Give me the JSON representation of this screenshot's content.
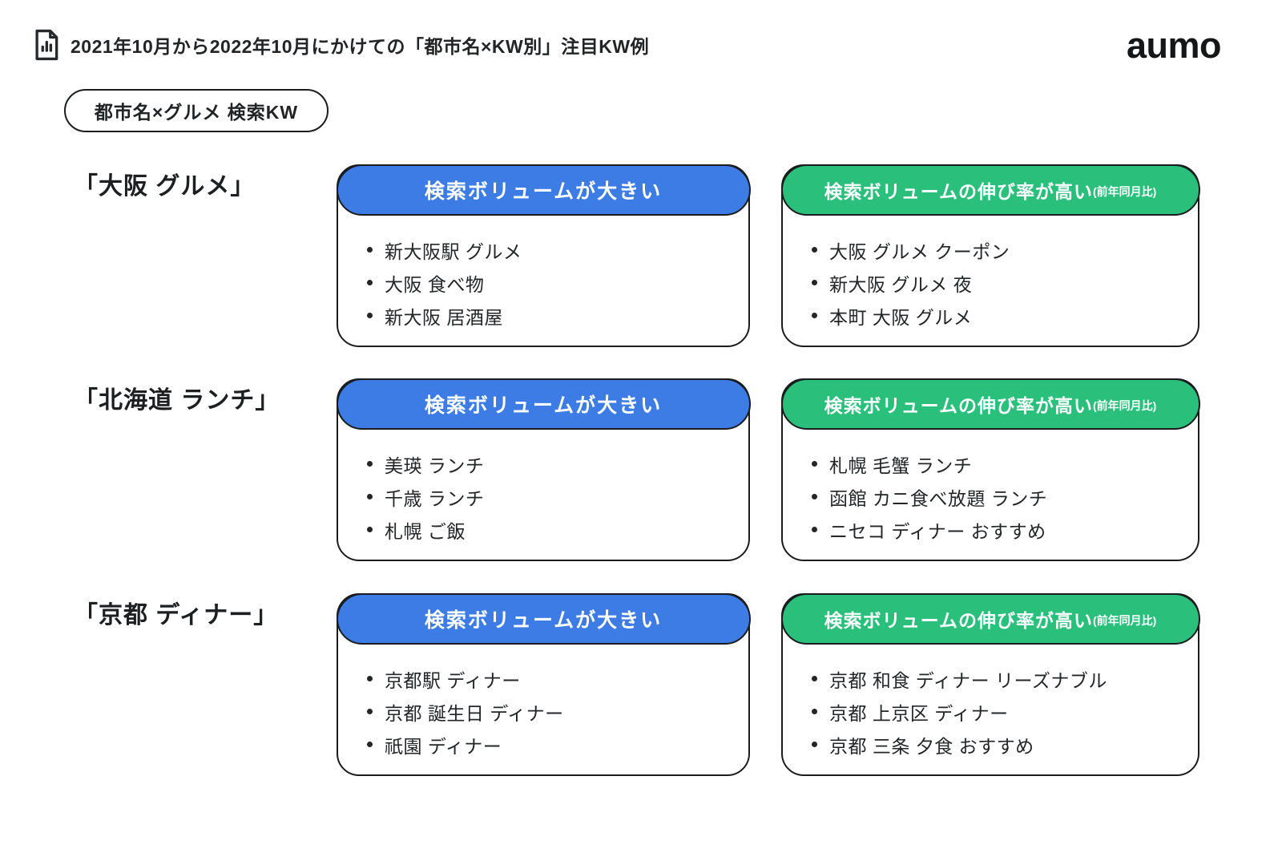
{
  "header": {
    "title": "2021年10月から2022年10月にかけての「都市名×KW別」注目KW例",
    "icon": "report-bar-chart-icon",
    "logo": "aumo"
  },
  "badge": {
    "label": "都市名×グルメ 検索KW"
  },
  "cards": {
    "big_header": "検索ボリュームが大きい",
    "growth_header": "検索ボリュームの伸び率が高い",
    "growth_suffix": "(前年同月比)"
  },
  "colors": {
    "blue": "#3d7be5",
    "green": "#2bbf7c",
    "ink": "#1a1c1e"
  },
  "rows": [
    {
      "label": "「大阪 グルメ」",
      "big_items": [
        "新大阪駅 グルメ",
        "大阪 食べ物",
        "新大阪 居酒屋"
      ],
      "growth_items": [
        "大阪 グルメ クーポン",
        "新大阪 グルメ 夜",
        "本町 大阪 グルメ"
      ]
    },
    {
      "label": "「北海道 ランチ」",
      "big_items": [
        "美瑛 ランチ",
        "千歳 ランチ",
        "札幌 ご飯"
      ],
      "growth_items": [
        "札幌 毛蟹 ランチ",
        "函館 カニ食べ放題 ランチ",
        "ニセコ ディナー おすすめ"
      ]
    },
    {
      "label": "「京都 ディナー」",
      "big_items": [
        "京都駅 ディナー",
        "京都 誕生日 ディナー",
        "祇園 ディナー"
      ],
      "growth_items": [
        "京都 和食 ディナー リーズナブル",
        "京都 上京区 ディナー",
        "京都 三条 夕食 おすすめ"
      ]
    }
  ]
}
